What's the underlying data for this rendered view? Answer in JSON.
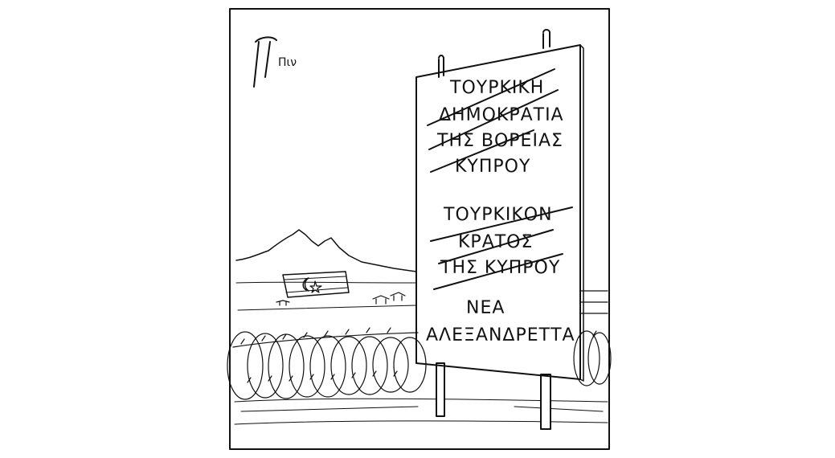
{
  "cartoon": {
    "signature": "Πιν",
    "sign": {
      "block1": [
        "ΤΟΥΡΚΙΚΗ",
        "ΔΗΜΟΚΡΑΤΙΑ",
        "ΤΗΣ ΒΟΡΕΙΑΣ",
        "ΚΥΠΡΟΥ"
      ],
      "block2": [
        "ΤΟΥΡΚΙΚΟΝ",
        "ΚΡΑΤΟΣ",
        "ΤΗΣ ΚΥΠΡΟΥ"
      ],
      "block3": [
        "ΝΕΑ",
        "ΑΛΕΞΑΝΔΡΕΤΤΑ"
      ]
    }
  },
  "colors": {
    "ink": "#111111",
    "paper": "#ffffff",
    "flag-red": "none"
  }
}
